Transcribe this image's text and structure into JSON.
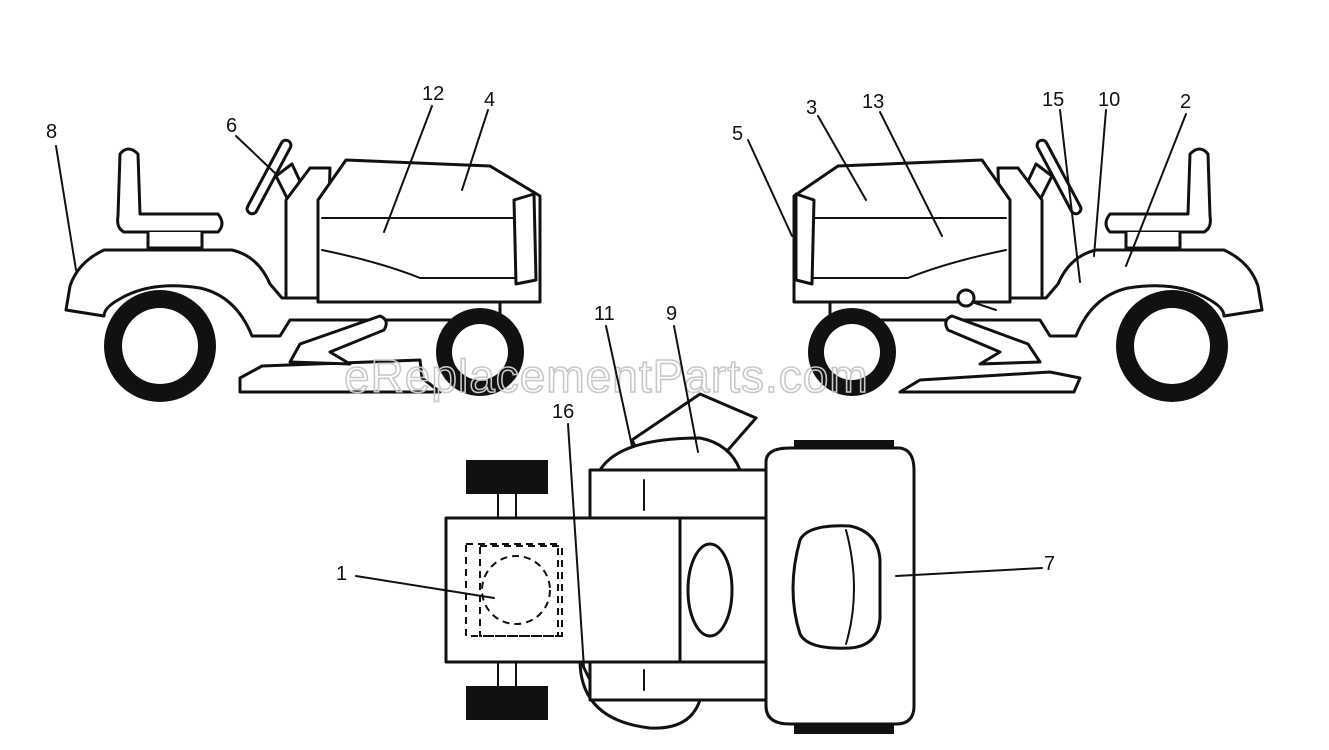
{
  "watermark": "eReplacementParts.com",
  "callouts": {
    "c1": "1",
    "c2": "2",
    "c3": "3",
    "c4": "4",
    "c5": "5",
    "c6": "6",
    "c7": "7",
    "c8": "8",
    "c9": "9",
    "c10": "10",
    "c11": "11",
    "c12": "12",
    "c13": "13",
    "c15": "15",
    "c16": "16"
  }
}
